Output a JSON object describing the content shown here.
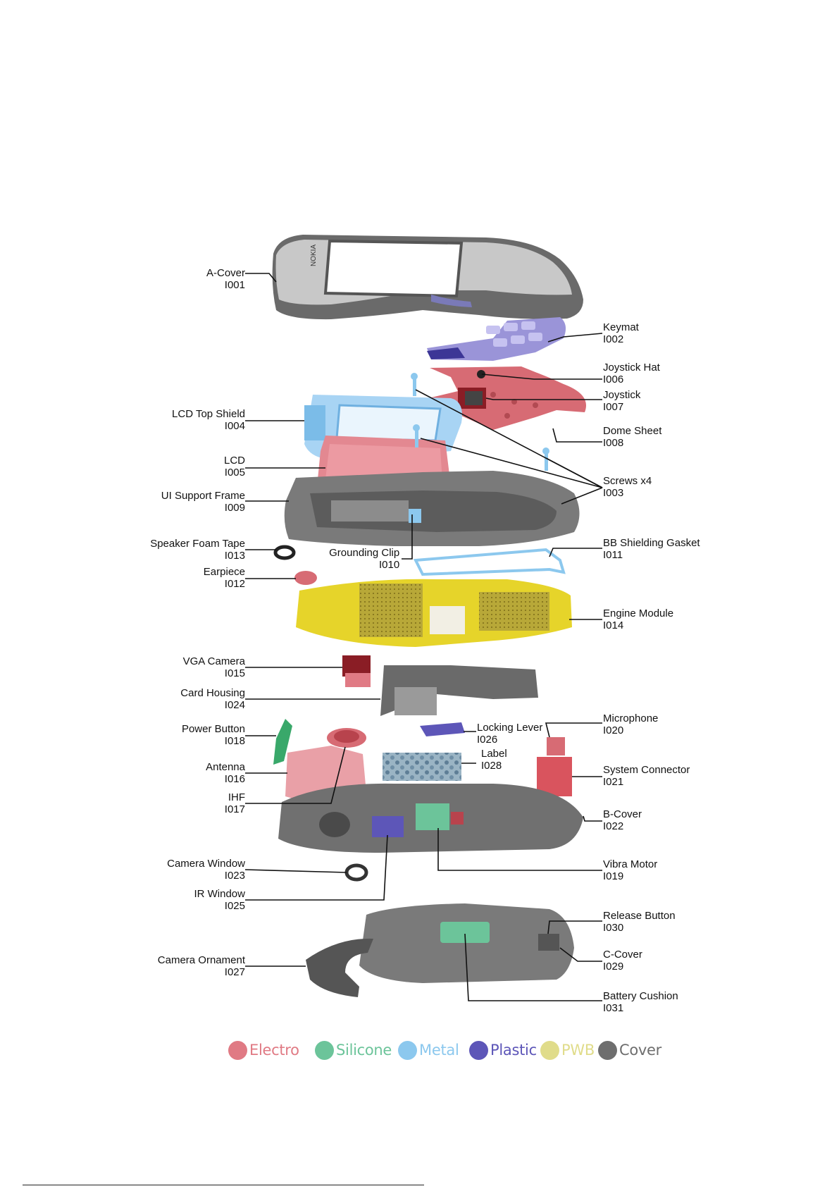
{
  "labels": {
    "a_cover": {
      "name": "A-Cover",
      "code": "I001"
    },
    "keymat": {
      "name": "Keymat",
      "code": "I002"
    },
    "joystick_hat": {
      "name": "Joystick Hat",
      "code": "I006"
    },
    "joystick": {
      "name": "Joystick",
      "code": "I007"
    },
    "lcd_top_shield": {
      "name": "LCD Top Shield",
      "code": "I004"
    },
    "dome_sheet": {
      "name": "Dome Sheet",
      "code": "I008"
    },
    "lcd": {
      "name": "LCD",
      "code": "I005"
    },
    "screws": {
      "name": "Screws x4",
      "code": "I003"
    },
    "ui_support_frame": {
      "name": "UI Support Frame",
      "code": "I009"
    },
    "speaker_foam_tape": {
      "name": "Speaker Foam Tape",
      "code": "I013"
    },
    "grounding_clip": {
      "name": "Grounding Clip",
      "code": "I010"
    },
    "bb_shielding_gasket": {
      "name": "BB Shielding Gasket",
      "code": "I011"
    },
    "earpiece": {
      "name": "Earpiece",
      "code": "I012"
    },
    "engine_module": {
      "name": "Engine Module",
      "code": "I014"
    },
    "vga_camera": {
      "name": "VGA Camera",
      "code": "I015"
    },
    "card_housing": {
      "name": "Card Housing",
      "code": "I024"
    },
    "power_button": {
      "name": "Power Button",
      "code": "I018"
    },
    "locking_lever": {
      "name": "Locking Lever",
      "code": "I026"
    },
    "microphone": {
      "name": "Microphone",
      "code": "I020"
    },
    "label": {
      "name": "Label",
      "code": "I028"
    },
    "antenna": {
      "name": "Antenna",
      "code": "I016"
    },
    "system_connector": {
      "name": "System Connector",
      "code": "I021"
    },
    "ihf": {
      "name": "IHF",
      "code": "I017"
    },
    "b_cover": {
      "name": "B-Cover",
      "code": "I022"
    },
    "camera_window": {
      "name": "Camera Window",
      "code": "I023"
    },
    "vibra_motor": {
      "name": "Vibra Motor",
      "code": "I019"
    },
    "ir_window": {
      "name": "IR Window",
      "code": "I025"
    },
    "release_button": {
      "name": "Release Button",
      "code": "I030"
    },
    "c_cover": {
      "name": "C-Cover",
      "code": "I029"
    },
    "camera_ornament": {
      "name": "Camera Ornament",
      "code": "I027"
    },
    "battery_cushion": {
      "name": "Battery Cushion",
      "code": "I031"
    }
  },
  "brand_logo": "NOKIA",
  "legend": [
    {
      "name": "Electro",
      "color": "#e07a84"
    },
    {
      "name": "Silicone",
      "color": "#6cc49a"
    },
    {
      "name": "Metal",
      "color": "#8cc8ee"
    },
    {
      "name": "Plastic",
      "color": "#5d56b8"
    },
    {
      "name": "PWB",
      "color": "#e0dc8a"
    },
    {
      "name": "Cover",
      "color": "#6e6e6e"
    }
  ]
}
